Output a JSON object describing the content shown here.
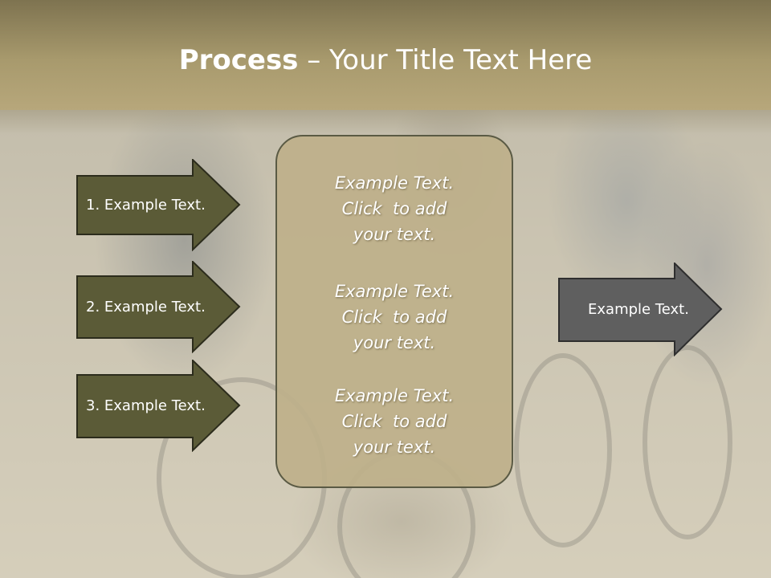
{
  "title": {
    "bold": "Process",
    "rest": " – Your Title Text Here"
  },
  "left_arrows": [
    {
      "label": "1. Example Text."
    },
    {
      "label": "2. Example Text."
    },
    {
      "label": "3. Example Text."
    }
  ],
  "center_box": {
    "blocks": [
      {
        "line1": "Example Text.",
        "line2": "Click  to add",
        "line3": "your text."
      },
      {
        "line1": "Example Text.",
        "line2": "Click  to add",
        "line3": "your text."
      },
      {
        "line1": "Example Text.",
        "line2": "Click  to add",
        "line3": "your text."
      }
    ]
  },
  "right_arrow": {
    "label": "Example Text."
  },
  "colors": {
    "title_band": "#a89a6d",
    "left_arrow_fill": "#5b5b37",
    "right_arrow_fill": "#5f5f5f",
    "center_box_fill": "#beb08a"
  },
  "background": {
    "icon": "cyclists-photo"
  }
}
